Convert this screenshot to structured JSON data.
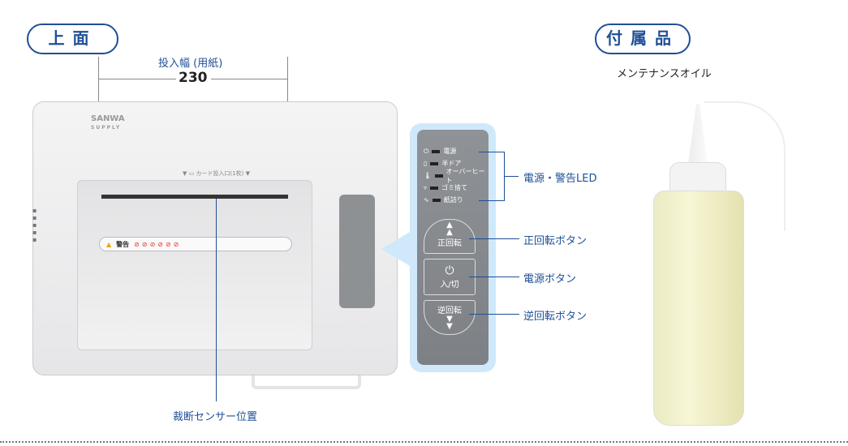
{
  "sections": {
    "top": "上面",
    "accessory": "付属品"
  },
  "dimension": {
    "label": "投入幅 (用紙)",
    "value": "230"
  },
  "product": {
    "brand": "SANWA",
    "brand_sub": "SUPPLY",
    "card_slot": "カード投入口(1枚)",
    "warning": "警告"
  },
  "panel": {
    "leds": [
      {
        "label": "電源"
      },
      {
        "label": "半ドア"
      },
      {
        "label": "オーバーヒート"
      },
      {
        "label": "ゴミ捨て"
      },
      {
        "label": "紙詰り"
      }
    ],
    "forward": "正回転",
    "power": "入/切",
    "reverse": "逆回転"
  },
  "callouts": {
    "led": "電源・警告LED",
    "forward": "正回転ボタン",
    "power": "電源ボタン",
    "reverse": "逆回転ボタン",
    "sensor": "裁断センサー位置"
  },
  "accessory_item": "メンテナンスオイル"
}
